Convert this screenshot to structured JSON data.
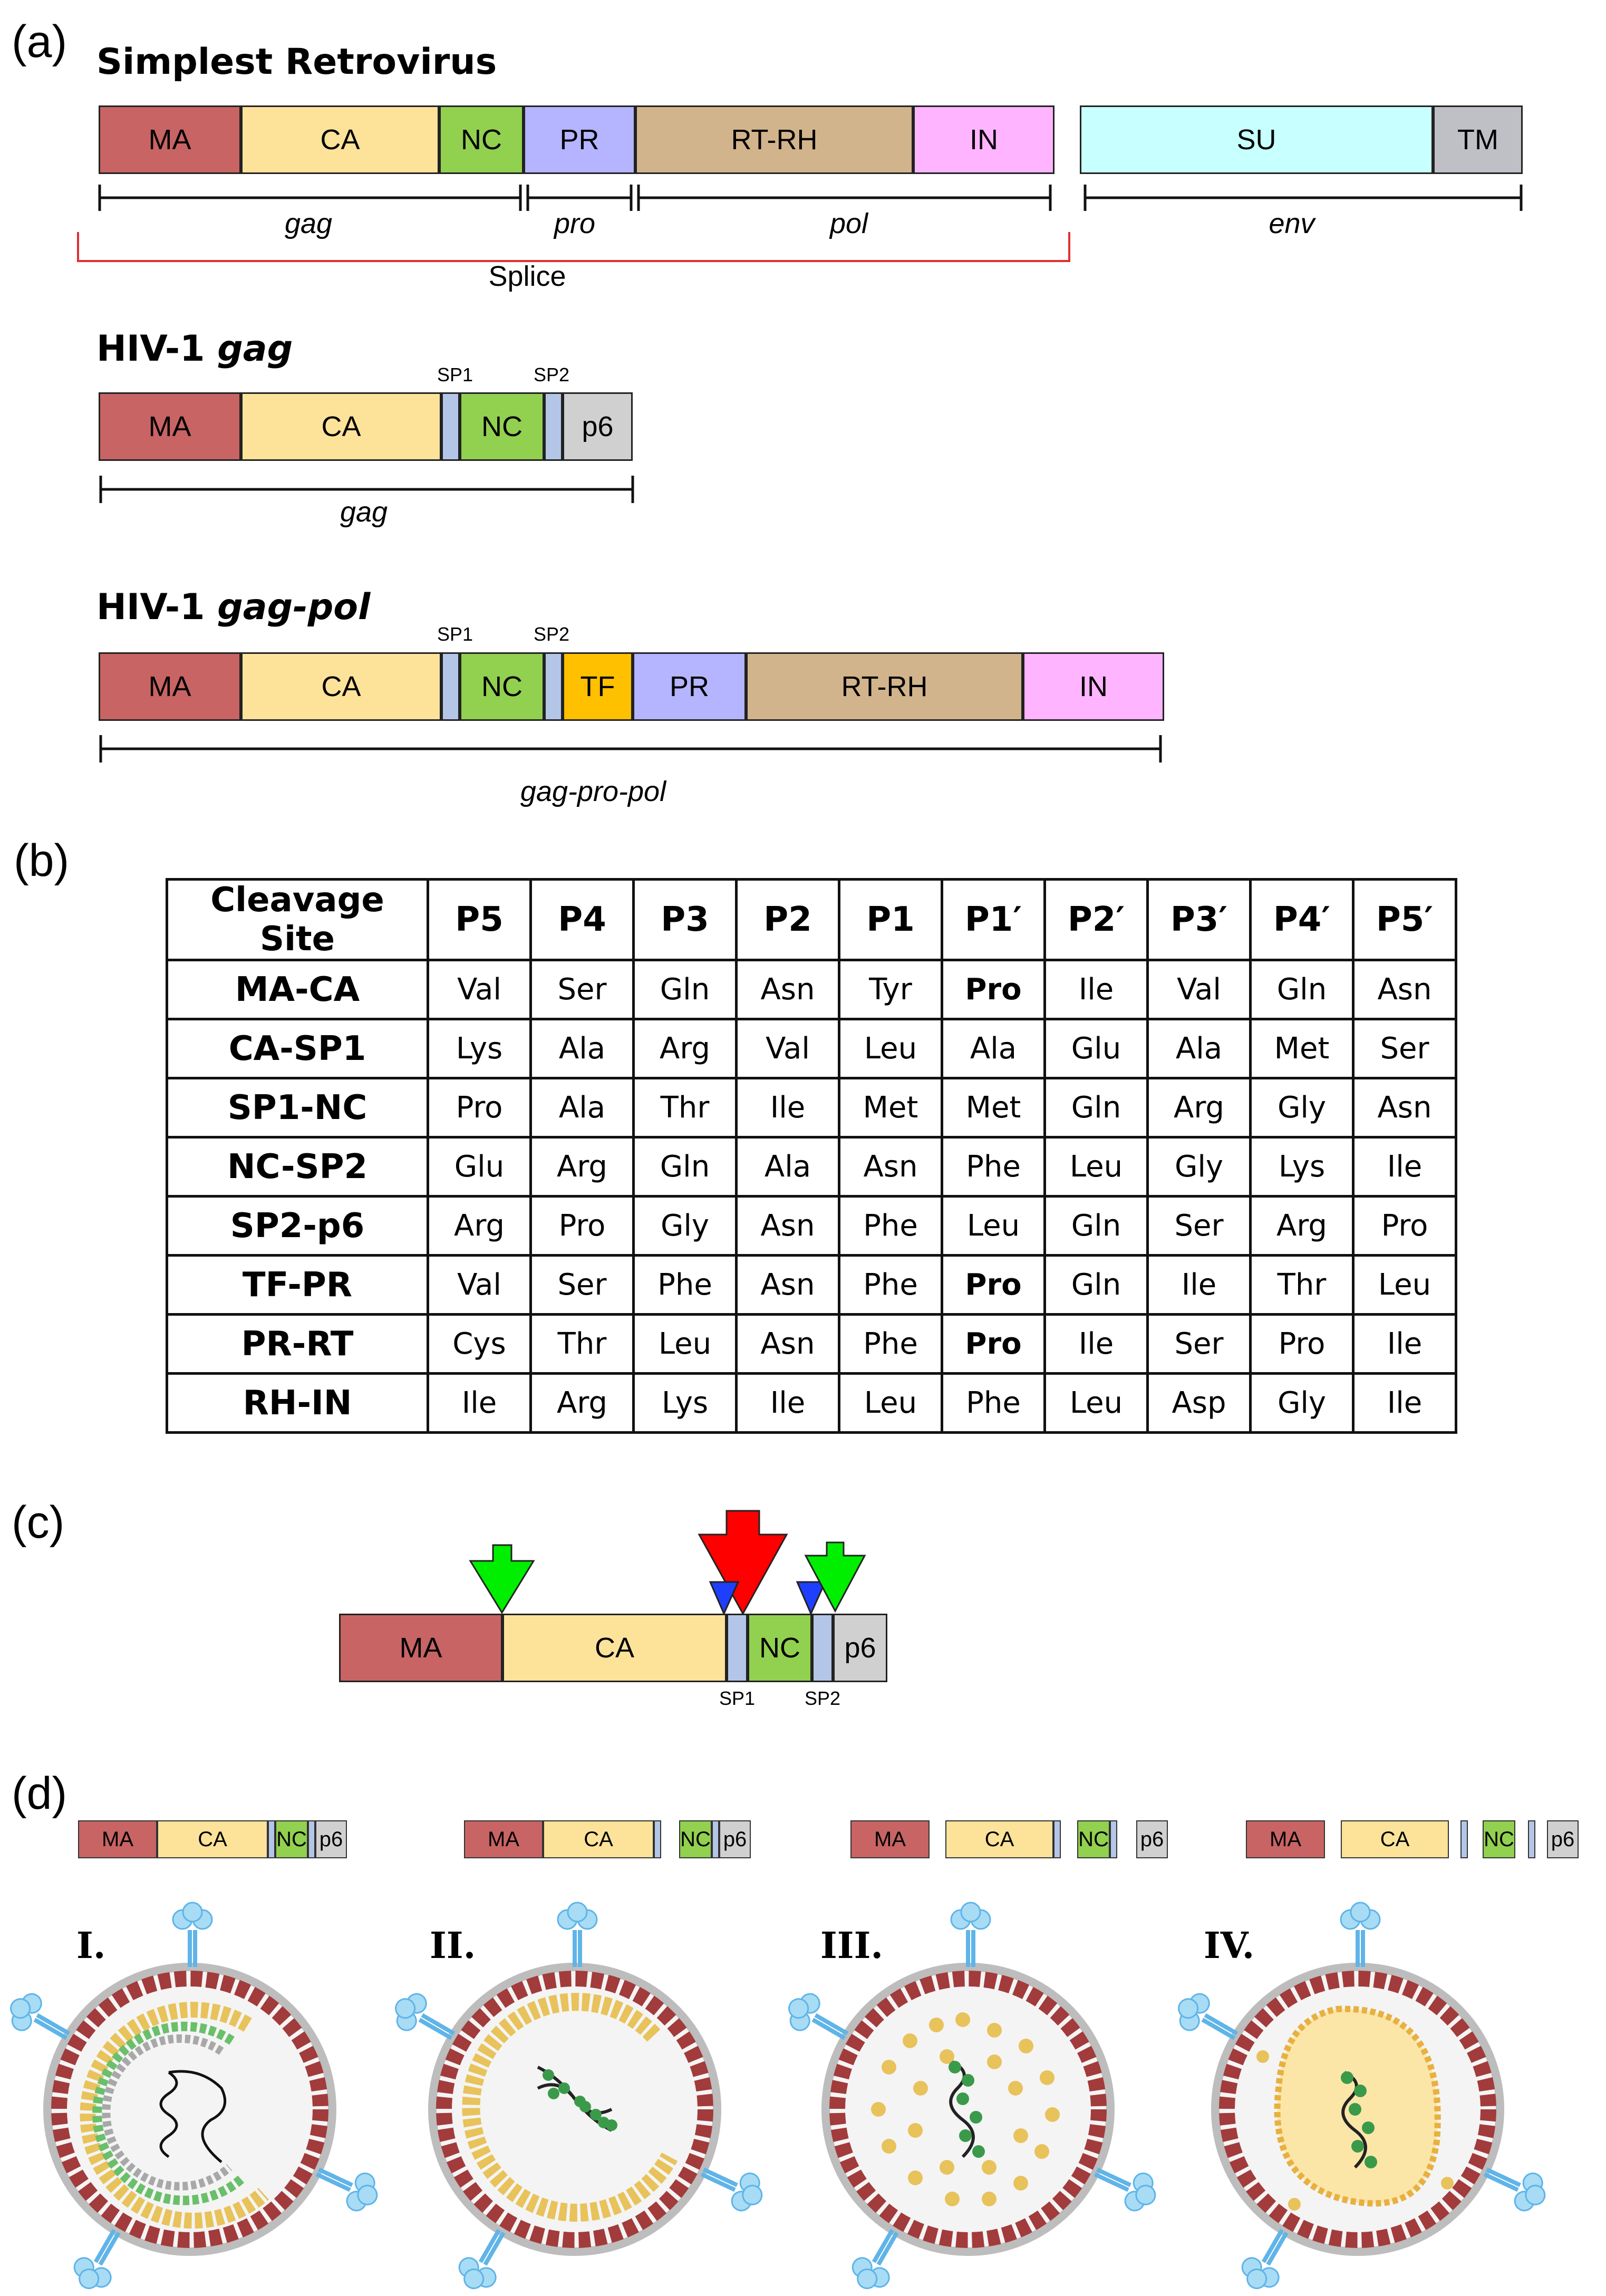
{
  "panels": {
    "a": "(a)",
    "b": "(b)",
    "c": "(c)",
    "d": "(d)"
  },
  "colors": {
    "MA": "#c86464",
    "CA": "#fde39a",
    "NC": "#92d050",
    "PR": "#b4b4ff",
    "RT": "#d2b48c",
    "IN": "#ffb4ff",
    "SU": "#c8ffff",
    "TM": "#bfbfc6",
    "TF": "#ffc000",
    "SP": "#b4c6e7",
    "p6": "#d0d0d0"
  },
  "panel_a": {
    "simplest": {
      "title": "Simplest Retrovirus",
      "segments": [
        "MA",
        "CA",
        "NC",
        "PR",
        "RT-RH",
        "IN",
        "SU",
        "TM"
      ],
      "gene_labels": [
        "gag",
        "pro",
        "pol",
        "env"
      ],
      "splice_label": "Splice"
    },
    "gag": {
      "title_prefix": "HIV-1 ",
      "title_gene": "gag",
      "segments": [
        "MA",
        "CA",
        "NC",
        "p6"
      ],
      "sp_labels": [
        "SP1",
        "SP2"
      ],
      "gene_label": "gag"
    },
    "gagpol": {
      "title_prefix": "HIV-1 ",
      "title_gene": "gag-pol",
      "segments": [
        "MA",
        "CA",
        "NC",
        "TF",
        "PR",
        "RT-RH",
        "IN"
      ],
      "sp_labels": [
        "SP1",
        "SP2"
      ],
      "gene_label": "gag-pro-pol"
    }
  },
  "panel_b": {
    "headers": [
      "Cleavage Site",
      "P5",
      "P4",
      "P3",
      "P2",
      "P1",
      "P1′",
      "P2′",
      "P3′",
      "P4′",
      "P5′"
    ],
    "rows": [
      [
        "MA-CA",
        "Val",
        "Ser",
        "Gln",
        "Asn",
        "Tyr",
        "Pro",
        "Ile",
        "Val",
        "Gln",
        "Asn"
      ],
      [
        "CA-SP1",
        "Lys",
        "Ala",
        "Arg",
        "Val",
        "Leu",
        "Ala",
        "Glu",
        "Ala",
        "Met",
        "Ser"
      ],
      [
        "SP1-NC",
        "Pro",
        "Ala",
        "Thr",
        "Ile",
        "Met",
        "Met",
        "Gln",
        "Arg",
        "Gly",
        "Asn"
      ],
      [
        "NC-SP2",
        "Glu",
        "Arg",
        "Gln",
        "Ala",
        "Asn",
        "Phe",
        "Leu",
        "Gly",
        "Lys",
        "Ile"
      ],
      [
        "SP2-p6",
        "Arg",
        "Pro",
        "Gly",
        "Asn",
        "Phe",
        "Leu",
        "Gln",
        "Ser",
        "Arg",
        "Pro"
      ],
      [
        "TF-PR",
        "Val",
        "Ser",
        "Phe",
        "Asn",
        "Phe",
        "Pro",
        "Gln",
        "Ile",
        "Thr",
        "Leu"
      ],
      [
        "PR-RT",
        "Cys",
        "Thr",
        "Leu",
        "Asn",
        "Phe",
        "Pro",
        "Ile",
        "Ser",
        "Pro",
        "Ile"
      ],
      [
        "RH-IN",
        "Ile",
        "Arg",
        "Lys",
        "Ile",
        "Leu",
        "Phe",
        "Leu",
        "Asp",
        "Gly",
        "Ile"
      ]
    ]
  },
  "panel_c": {
    "segments": [
      "MA",
      "CA",
      "NC",
      "p6"
    ],
    "sp_labels": [
      "SP1",
      "SP2"
    ]
  },
  "panel_d": {
    "stages": [
      {
        "numeral": "I.",
        "segments": [
          "MA",
          "CA",
          "NC",
          "p6"
        ]
      },
      {
        "numeral": "II.",
        "segments": [
          "MA",
          "CA",
          "NC",
          "p6"
        ]
      },
      {
        "numeral": "III.",
        "segments": [
          "MA",
          "CA",
          "NC",
          "p6"
        ]
      },
      {
        "numeral": "IV.",
        "segments": [
          "MA",
          "CA",
          "NC",
          "p6"
        ]
      }
    ]
  }
}
